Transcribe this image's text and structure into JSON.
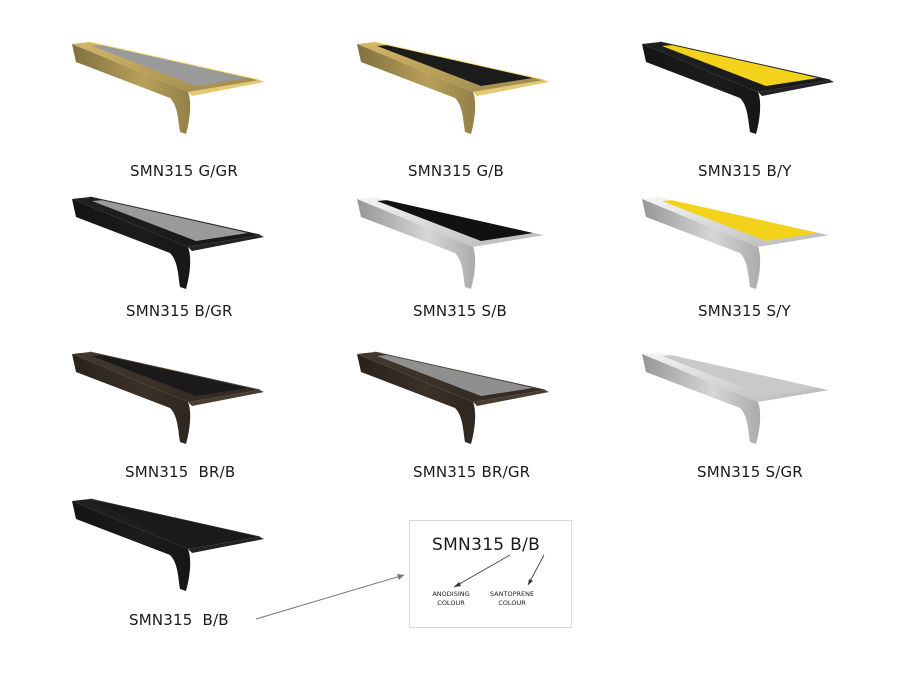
{
  "products": [
    {
      "code": "SMN315 G/GR",
      "body_color": "#b8a05a",
      "insert_color": "#9a9a9a"
    },
    {
      "code": "SMN315 G/B",
      "body_color": "#b8a05a",
      "insert_color": "#1c1c1c"
    },
    {
      "code": "SMN315 B/Y",
      "body_color": "#1c1c1c",
      "insert_color": "#f2d21a"
    },
    {
      "code": "SMN315 B/GR",
      "body_color": "#1c1c1c",
      "insert_color": "#9a9a9a"
    },
    {
      "code": "SMN315 S/B",
      "body_color": "#d6d6d6",
      "insert_color": "#111111"
    },
    {
      "code": "SMN315 S/Y",
      "body_color": "#d6d6d6",
      "insert_color": "#f2d21a"
    },
    {
      "code": "SMN315  BR/B",
      "body_color": "#3a3128",
      "insert_color": "#1a1a1a"
    },
    {
      "code": "SMN315 BR/GR",
      "body_color": "#3a3128",
      "insert_color": "#8f8f8f"
    },
    {
      "code": "SMN315 S/GR",
      "body_color": "#d6d6d6",
      "insert_color": "#c9c9c9"
    },
    {
      "code": "SMN315  B/B",
      "body_color": "#1c1c1c",
      "insert_color": "#1a1a1a"
    }
  ],
  "legend": {
    "title": "SMN315 B/B",
    "left_note_line1": "ANODISING",
    "left_note_line2": "COLOUR",
    "right_note_line1": "SANTOPRENE",
    "right_note_line2": "COLOUR"
  }
}
